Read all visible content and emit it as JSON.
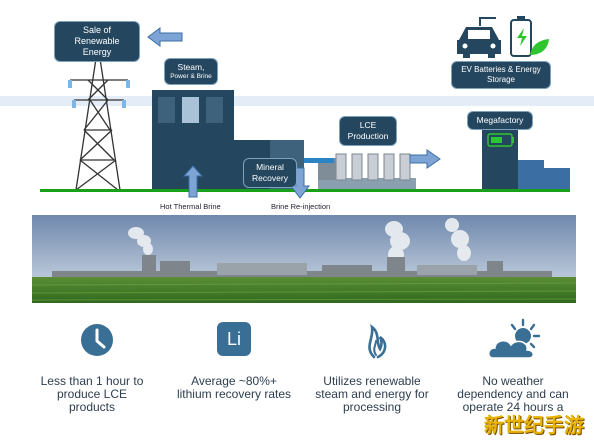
{
  "diagram": {
    "labels": {
      "sale_of_energy": "Sale of\nRenewable Energy",
      "steam_title": "Steam,",
      "steam_sub": "Power & Brine",
      "mineral_recovery": "Mineral\nRecovery",
      "lce_production": "LCE\nProduction",
      "ev_batteries": "EV Batteries & Energy\nStorage",
      "megafactory": "Megafactory"
    },
    "captions": {
      "hot_brine": "Hot Thermal Brine",
      "brine_reinjection": "Brine Re-injection"
    }
  },
  "photo": {
    "colors": {
      "sky": "#7f97b8",
      "field": "#3f7a2a",
      "plant": "#8a9095"
    }
  },
  "stats": [
    {
      "icon": "clock-icon",
      "text": "Less than 1 hour to\nproduce LCE\nproducts"
    },
    {
      "icon": "lithium-li-icon",
      "symbol": "Li",
      "text": "Average ~80%+\nlithium recovery rates"
    },
    {
      "icon": "flame-icon",
      "text": "Utilizes renewable\nsteam and energy for\nprocessing"
    },
    {
      "icon": "sun-cloud-icon",
      "text": "No weather\ndependency and can\noperate 24 hours a"
    }
  ],
  "watermark": "新世纪手游",
  "colors": {
    "dark_blue": "#24465e",
    "mid_blue": "#3b6fa4",
    "light_blue": "#7ea4d6",
    "ground_green": "#18a018",
    "icon_blue": "#3a6f95"
  }
}
